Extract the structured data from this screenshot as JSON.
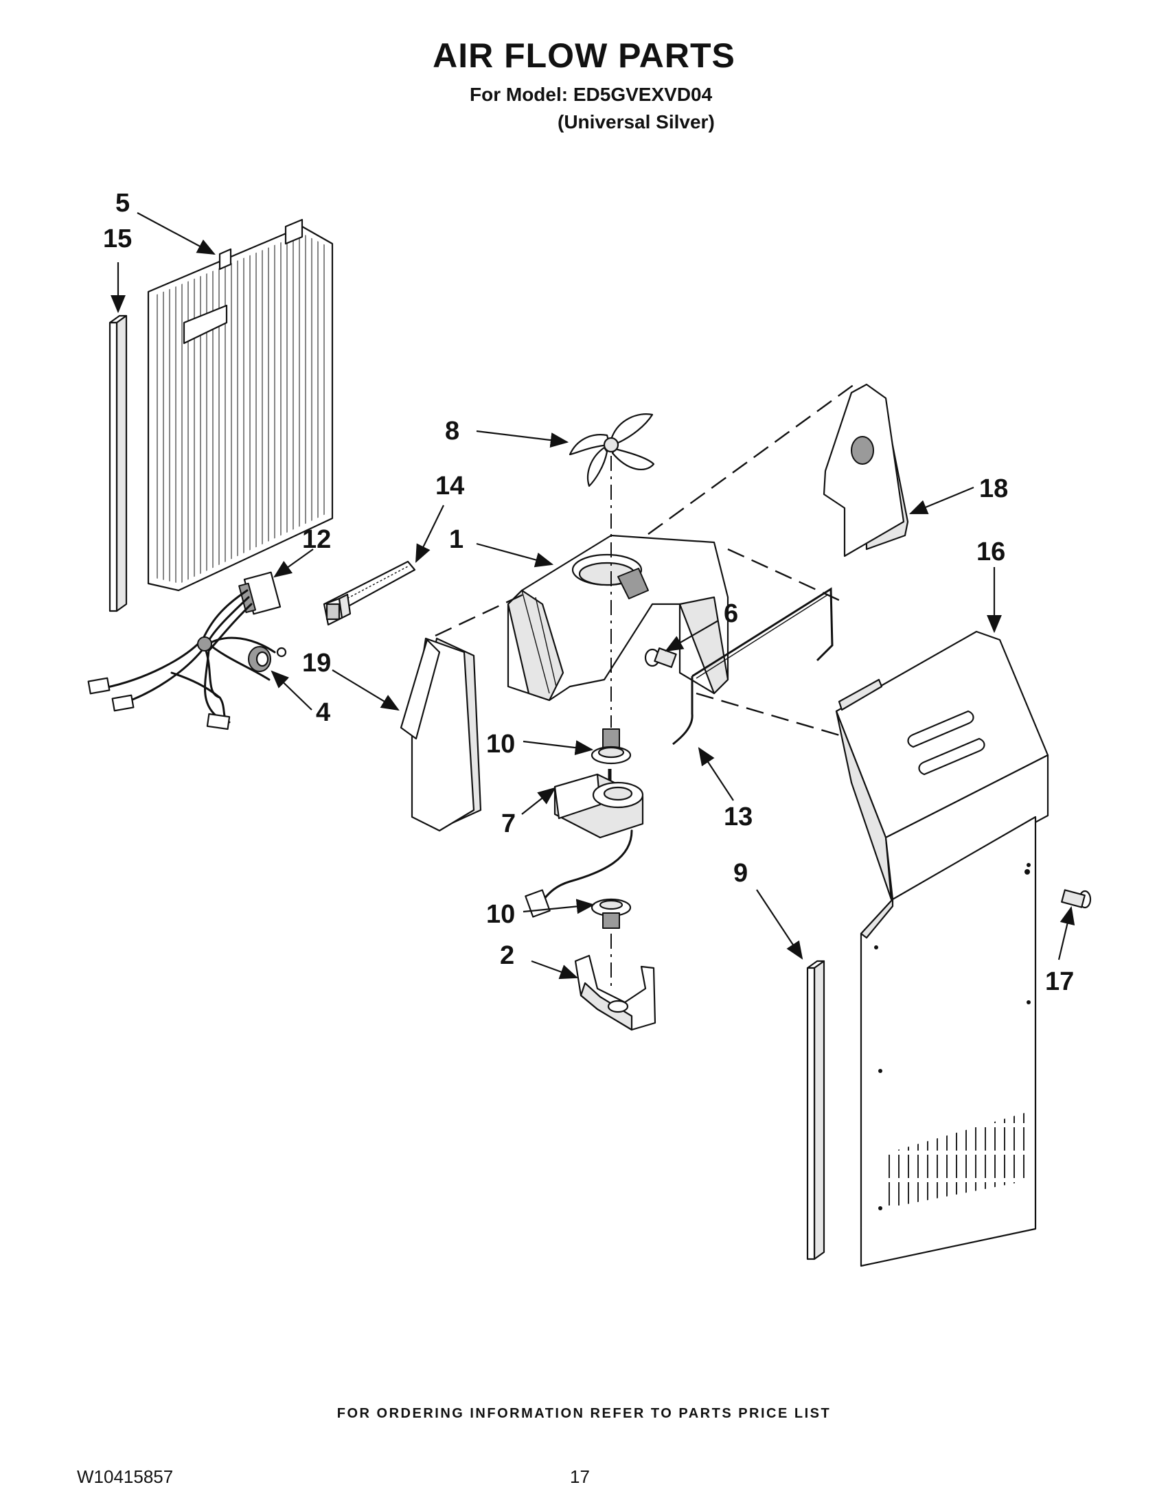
{
  "header": {
    "title": "AIR FLOW PARTS",
    "model_line": "For Model: ED5GVEXVD04",
    "color_line": "(Universal Silver)"
  },
  "callouts": {
    "c1": "1",
    "c2": "2",
    "c4": "4",
    "c5": "5",
    "c6": "6",
    "c7": "7",
    "c8": "8",
    "c9": "9",
    "c10a": "10",
    "c10b": "10",
    "c12": "12",
    "c13": "13",
    "c14": "14",
    "c15": "15",
    "c16": "16",
    "c17": "17",
    "c18": "18",
    "c19": "19"
  },
  "footer": {
    "ordering_note": "FOR ORDERING INFORMATION REFER TO PARTS PRICE LIST",
    "document_number": "W10415857",
    "page_number": "17"
  }
}
